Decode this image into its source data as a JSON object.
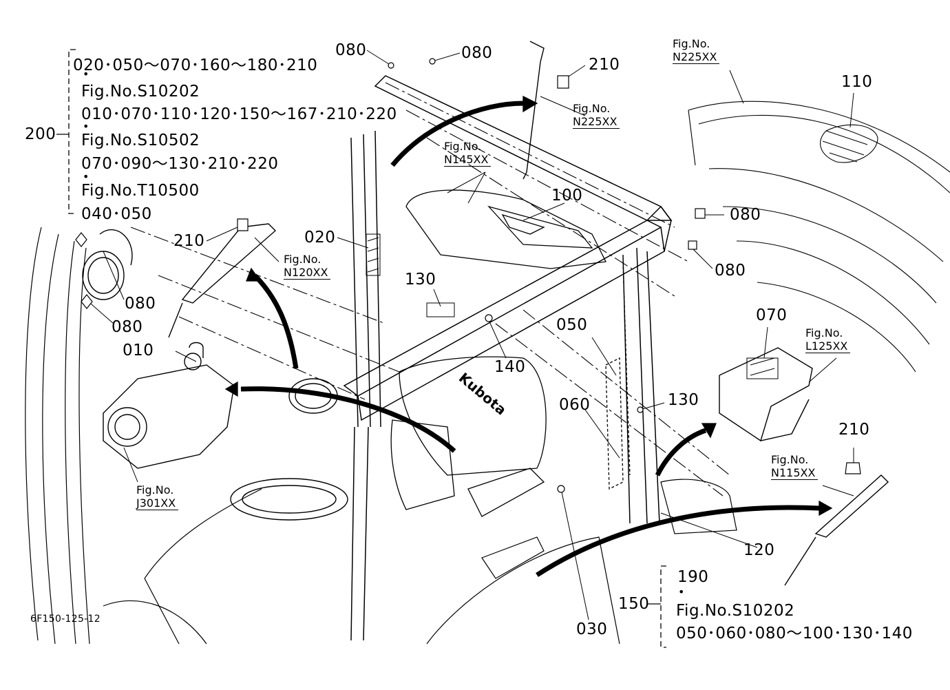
{
  "diagram": {
    "drawing_code": "6F150-125-12",
    "group_left": {
      "number": "200",
      "line1": "020･050～070･160～180･210",
      "line2": "Fig.No.S10202",
      "line3": "010･070･110･120･150～167･210･220",
      "line4": "Fig.No.S10502",
      "line5": "070･090～130･210･220",
      "line6": "Fig.No.T10500",
      "line7": "040･050"
    },
    "group_right": {
      "number": "150",
      "line1": "190",
      "line2": "Fig.No.S10202",
      "line3": "050･060･080～100･130･140"
    },
    "fig_refs": [
      {
        "title": "Fig.No.",
        "code": "N225XX"
      },
      {
        "title": "Fig.No.",
        "code": "N225XX"
      },
      {
        "title": "Fig.No.",
        "code": "N145XX"
      },
      {
        "title": "Fig.No.",
        "code": "N120XX"
      },
      {
        "title": "Fig.No.",
        "code": "L125XX"
      },
      {
        "title": "Fig.No.",
        "code": "N115XX"
      },
      {
        "title": "Fig.No.",
        "code": "J301XX"
      }
    ],
    "parts": {
      "p080_a": "080",
      "p080_b": "080",
      "p080_c": "080",
      "p080_d": "080",
      "p080_e": "080",
      "p080_f": "080",
      "p210_a": "210",
      "p210_b": "210",
      "p210_c": "210",
      "p110": "110",
      "p100": "100",
      "p020": "020",
      "p130_a": "130",
      "p130_b": "130",
      "p140": "140",
      "p050": "050",
      "p060": "060",
      "p070": "070",
      "p010": "010",
      "p120": "120",
      "p030": "030"
    },
    "brand_mark": "Kubota"
  }
}
